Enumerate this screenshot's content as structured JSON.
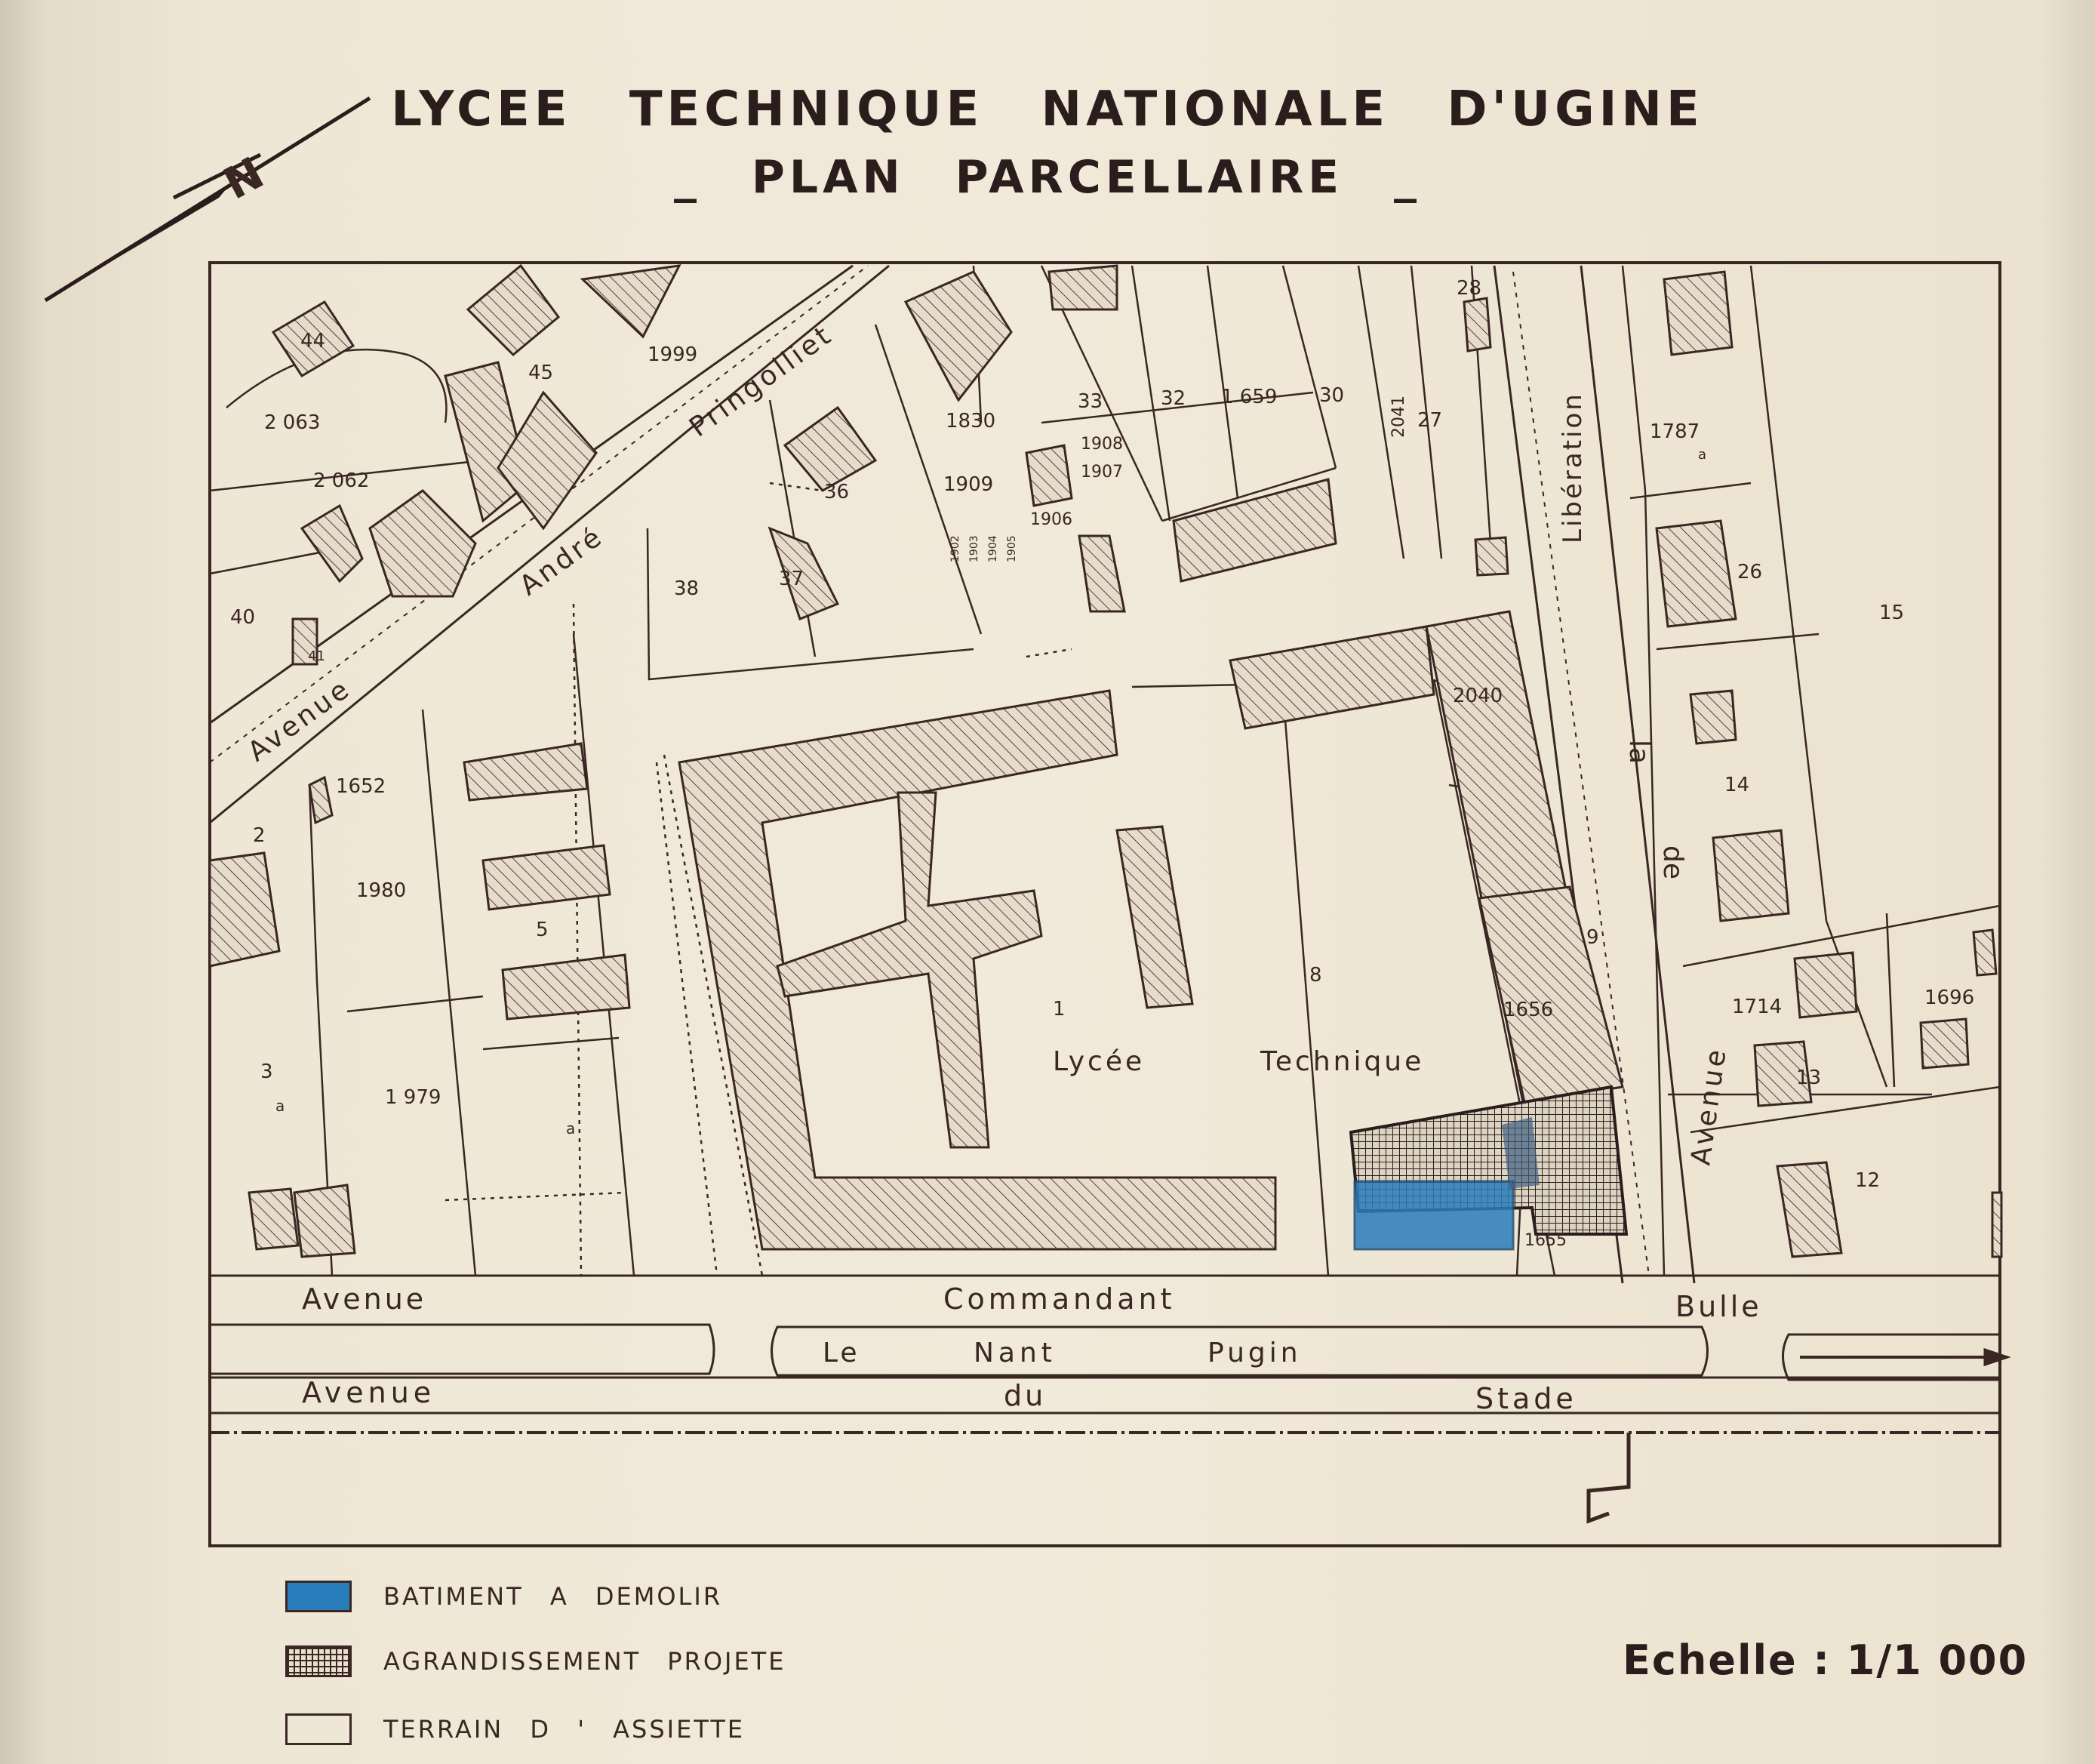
{
  "title": {
    "line1": "LYCEE TECHNIQUE NATIONALE D'UGINE",
    "line2": "_ PLAN PARCELLAIRE _"
  },
  "north_arrow_label": "N",
  "colors": {
    "ink": "#3a2622",
    "paper": "#efe7d6",
    "demolish_blue": "#2a7dbb"
  },
  "streets": {
    "andre_pringolliet": [
      "Avenue",
      "André",
      "Pringolliet"
    ],
    "liberation": [
      "Avenue",
      "de",
      "la",
      "Libération"
    ],
    "commandant_bulle": [
      "Avenue",
      "Commandant",
      "Bulle"
    ],
    "nant_pugin": [
      "Le",
      "Nant",
      "Pugin"
    ],
    "stade": [
      "Avenue",
      "du",
      "Stade"
    ]
  },
  "parcels": [
    "44",
    "45",
    "1999",
    "2 063",
    "2 062",
    "40",
    "41",
    "1652",
    "2",
    "1980",
    "5",
    "3",
    "a",
    "1 979",
    "a",
    "38",
    "37",
    "36",
    "1830",
    "1909",
    "33",
    "32",
    "1 659",
    "30",
    "2041",
    "27",
    "28",
    "1908",
    "1907",
    "1906",
    "1902",
    "1903",
    "1904",
    "1905",
    "1787",
    "a",
    "26",
    "15",
    "2040",
    "14",
    "9",
    "1714",
    "1696",
    "13",
    "12",
    "1656",
    "1655",
    "8",
    "1"
  ],
  "campus_labels": [
    "Lycée",
    "Technique"
  ],
  "legend": [
    {
      "key": "demolish",
      "label": "BATIMENT A DEMOLIR"
    },
    {
      "key": "extension",
      "label": "AGRANDISSEMENT PROJETE"
    },
    {
      "key": "site",
      "label": "TERRAIN D ' ASSIETTE"
    }
  ],
  "scale": "Echelle : 1/1 000"
}
